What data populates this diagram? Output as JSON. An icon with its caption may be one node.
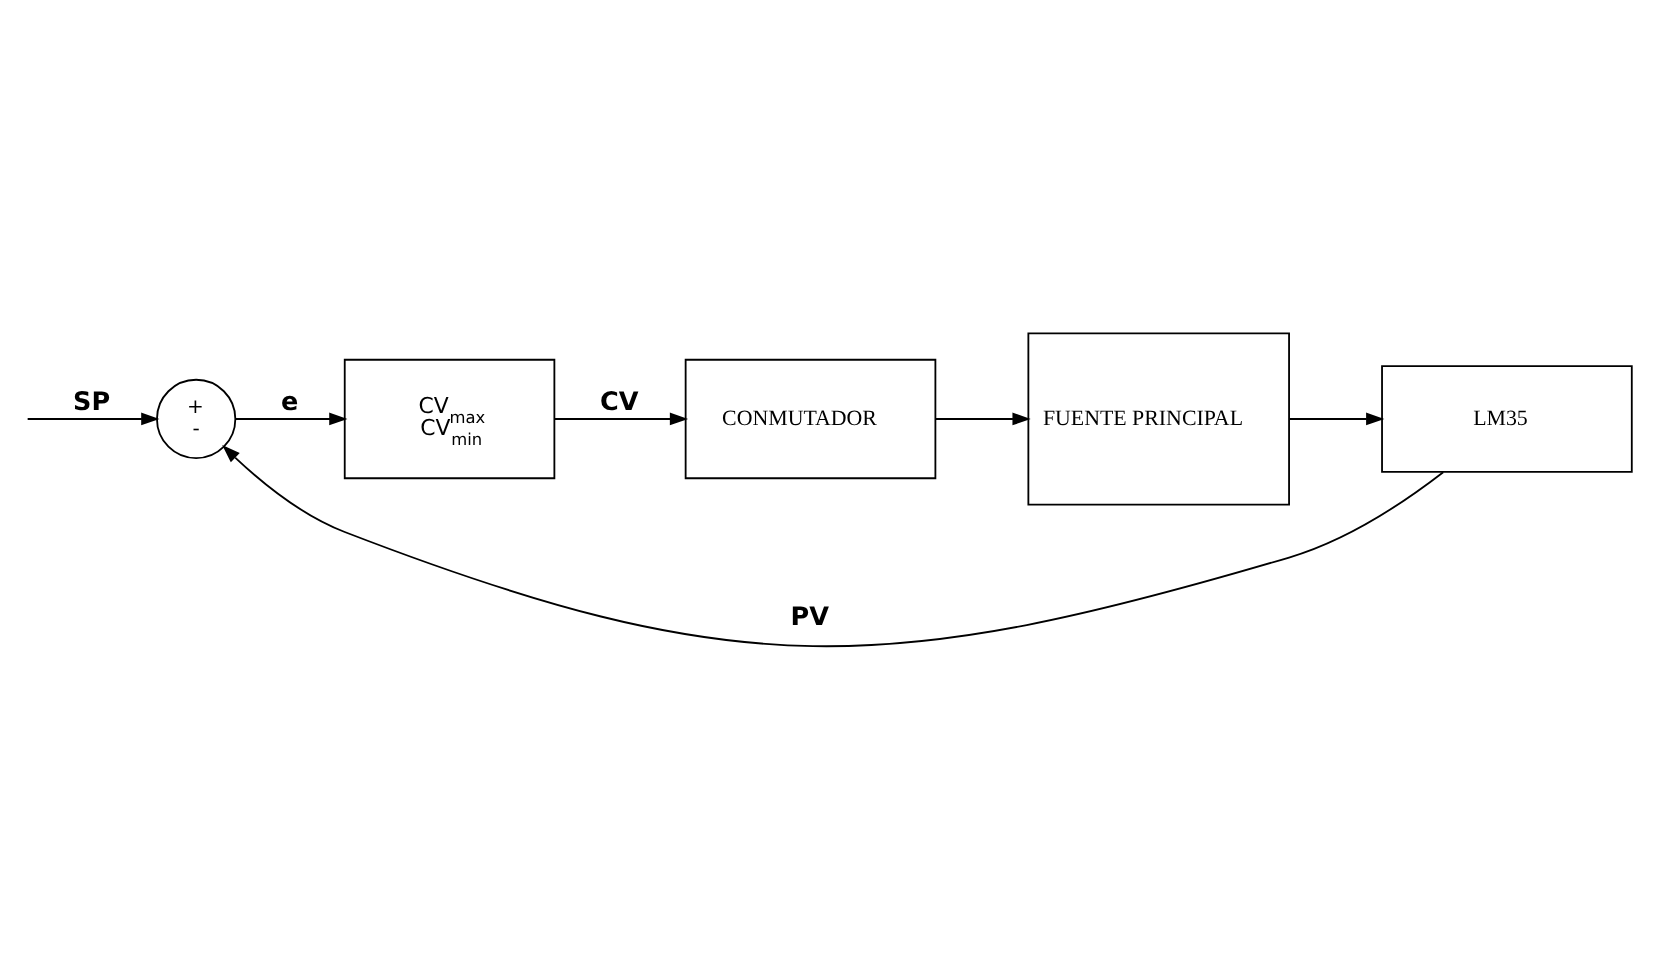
{
  "diagram": {
    "nodes": [
      {
        "text": [
          "+",
          "-"
        ]
      },
      {
        "text": [
          "CV$_{max}$",
          "CV$_{min}$"
        ]
      },
      {
        "text": [
          "CONMUTADOR"
        ]
      },
      {
        "text": [
          "FUENTE PRINCIPAL"
        ]
      },
      {
        "text": [
          "LM35"
        ]
      }
    ],
    "edges": [
      {
        "from": null,
        "to": 0,
        "arrow": "to",
        "label": "SP"
      },
      {
        "from": 0,
        "to": 1,
        "arrow": "to",
        "label": "e"
      },
      {
        "from": 1,
        "to": 2,
        "arrow": "to",
        "label": "CV"
      },
      {
        "from": 2,
        "to": 3,
        "arrow": "to"
      },
      {
        "from": 3,
        "to": 4,
        "arrow": "to"
      },
      {
        "from": 4,
        "to": 0,
        "arrow": "to",
        "label": "PV"
      }
    ]
  }
}
